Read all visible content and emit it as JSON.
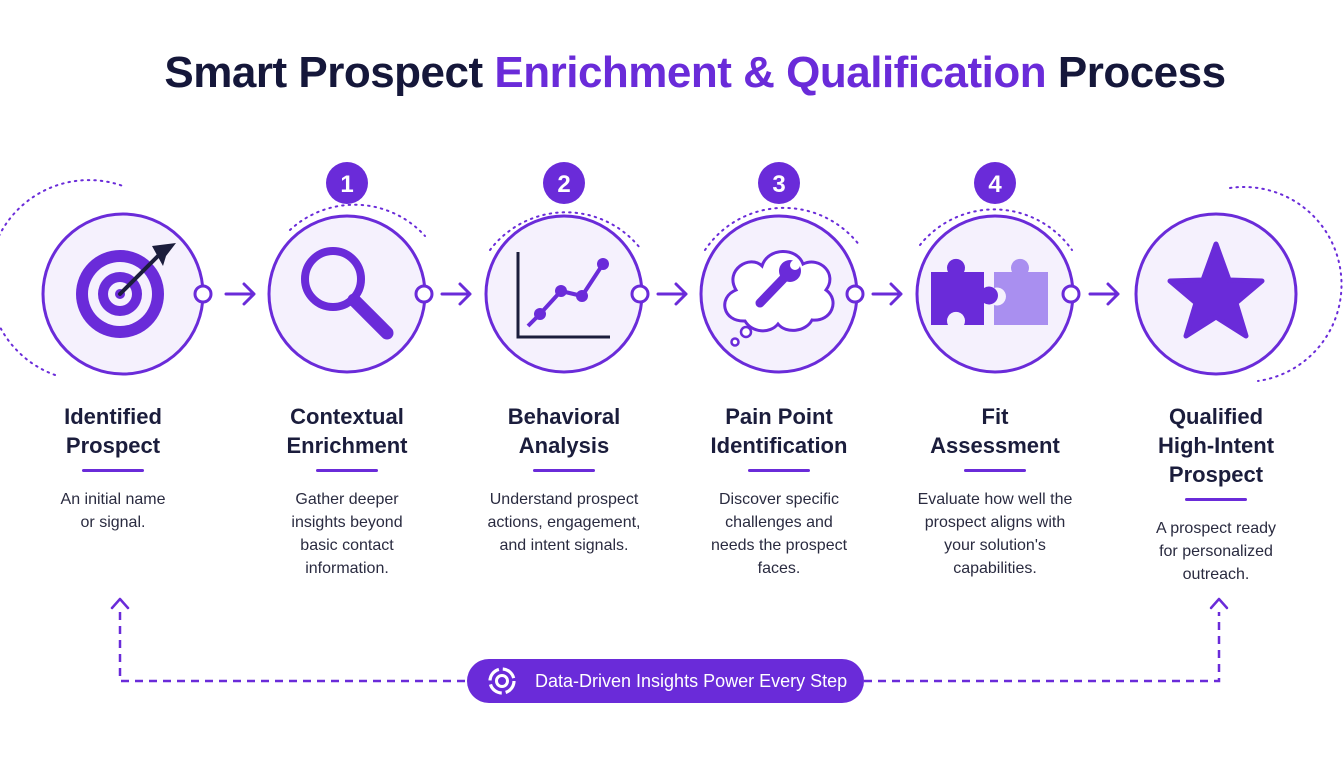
{
  "title": {
    "part1": "Smart Prospect",
    "part2": "Enrichment & Qualification",
    "part3": "Process"
  },
  "steps": [
    {
      "number": "",
      "title": "Identified Prospect",
      "description": "An initial name or signal.",
      "icon": "target-icon"
    },
    {
      "number": "1",
      "title": "Contextual Enrichment",
      "description": "Gather deeper insights beyond basic contact information.",
      "icon": "magnifier-icon"
    },
    {
      "number": "2",
      "title": "Behavioral Analysis",
      "description": "Understand prospect actions, engagement, and intent signals.",
      "icon": "line-chart-icon"
    },
    {
      "number": "3",
      "title": "Pain Point Identification",
      "description": "Discover specific challenges and needs the prospect faces.",
      "icon": "wrench-thought-icon"
    },
    {
      "number": "4",
      "title": "Fit Assessment",
      "description": "Evaluate how well the prospect aligns with your solution's capabilities.",
      "icon": "puzzle-icon"
    },
    {
      "number": "",
      "title": "Qualified High-Intent Prospect",
      "description": "A prospect ready for personalized outreach.",
      "icon": "star-icon"
    }
  ],
  "footer": {
    "label": "Data-Driven Insights Power Every Step",
    "icon": "data-insights-icon"
  },
  "colors": {
    "accent": "#6a2bd9",
    "accent_light": "#a98ff0",
    "circle_fill": "#f5f1fd",
    "text_dark": "#15173a"
  }
}
